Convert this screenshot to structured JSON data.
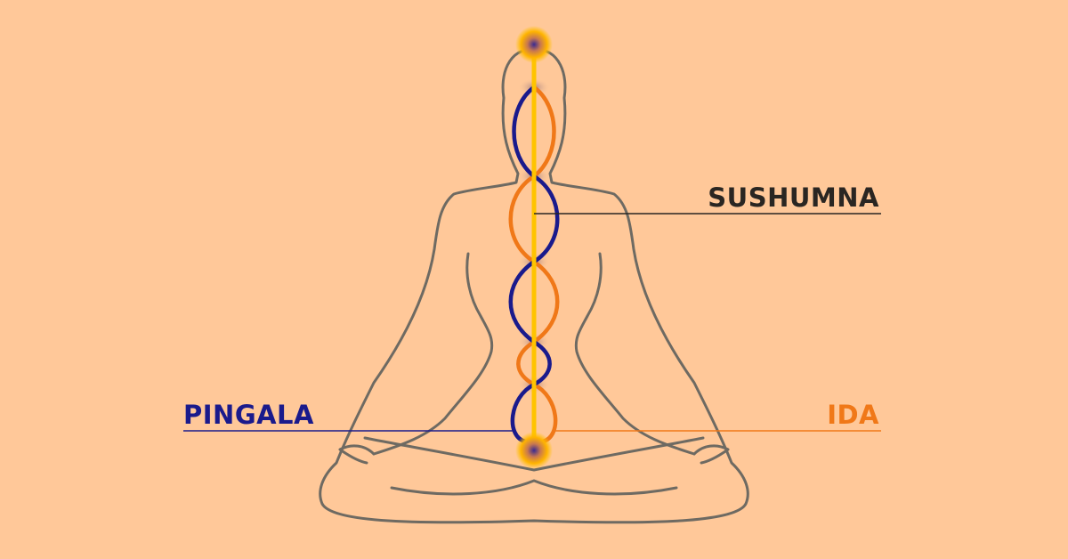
{
  "labels": {
    "sushumna": "SUSHUMNA",
    "pingala": "PINGALA",
    "ida": "IDA"
  },
  "colors": {
    "background": "#ffc899",
    "outline": "#6e6a62",
    "sushumna": "#2a2622",
    "sushumna_channel": "#ffc400",
    "pingala": "#1a1a8c",
    "ida": "#f07818",
    "chakra_core": "#3a2a90",
    "chakra_glow": "#ffb400"
  }
}
